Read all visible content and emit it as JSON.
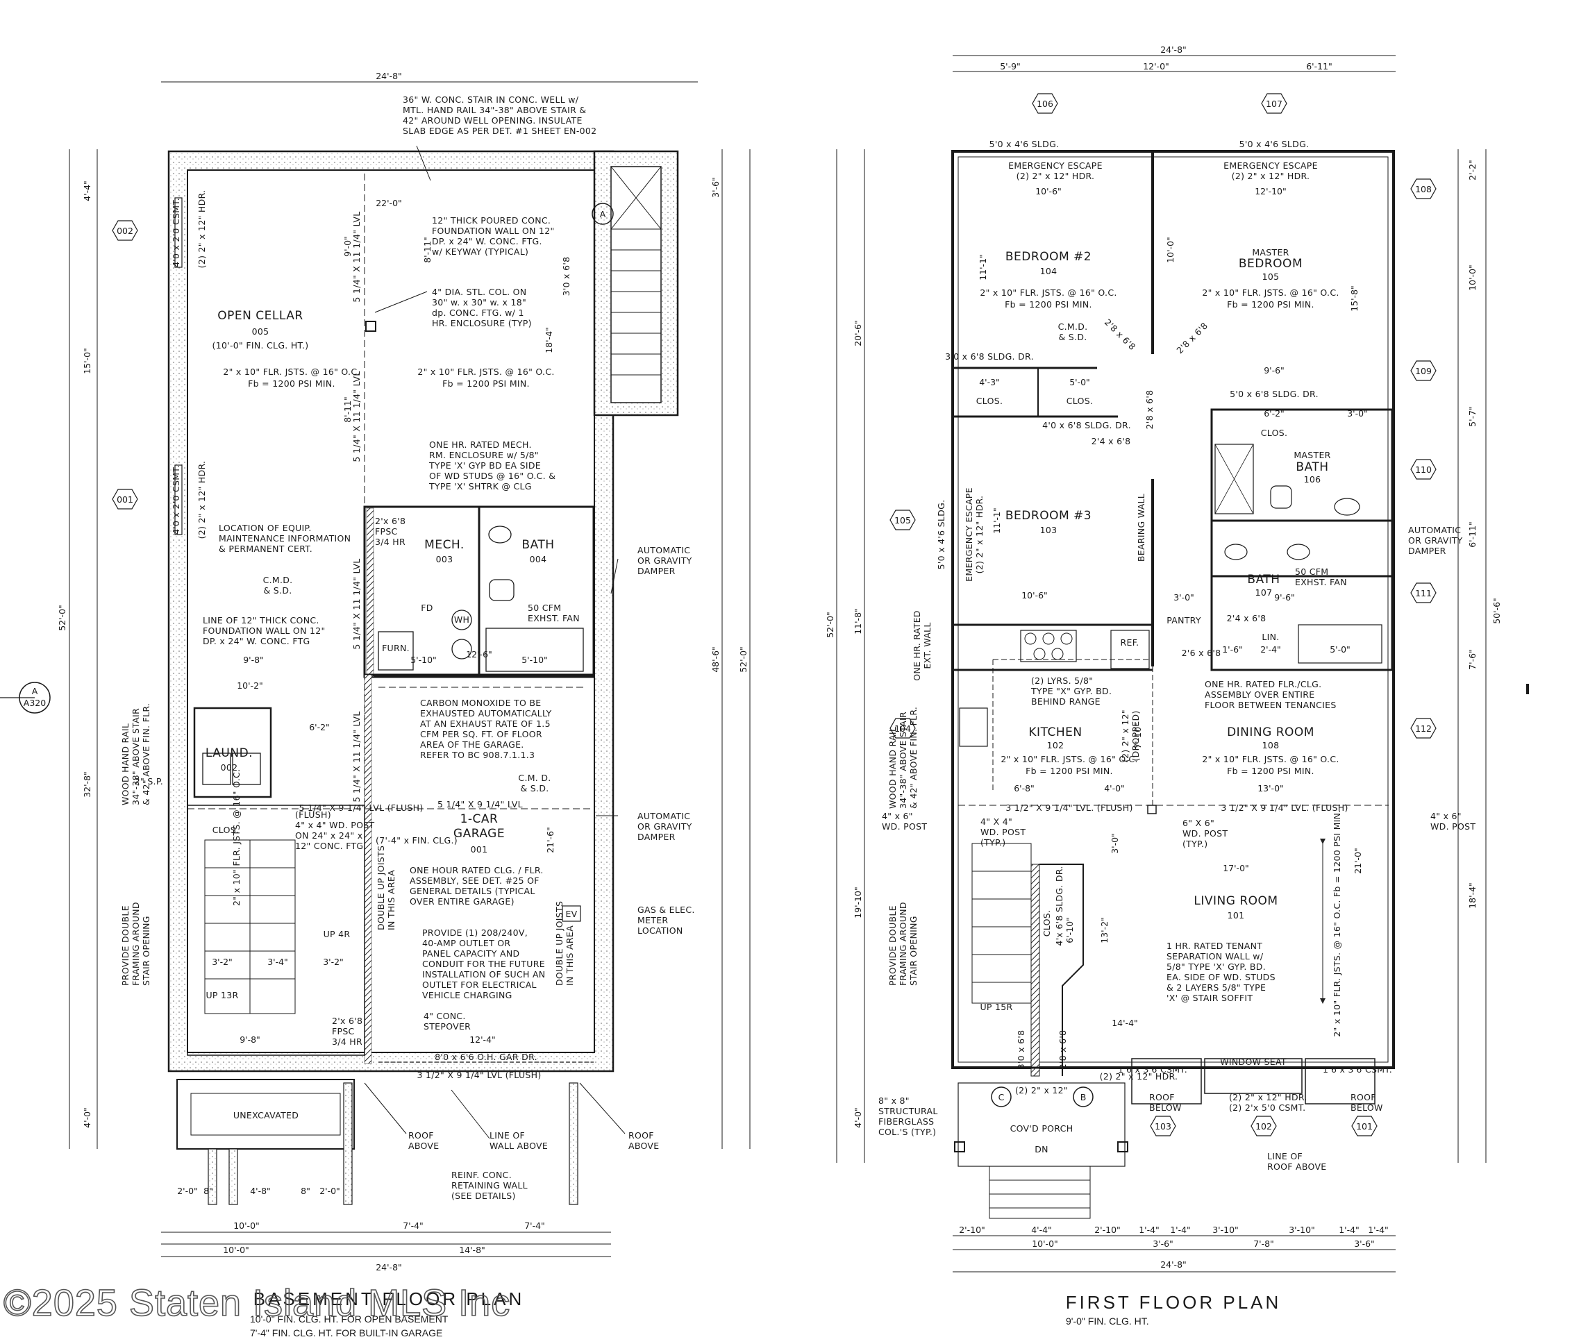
{
  "watermark": "©2025 Staten Island MLS Inc",
  "basement": {
    "title": "BASEMENT FLOOR PLAN",
    "subtitle_1": "10'-0\" FIN. CLG. HT. FOR OPEN BASEMENT",
    "subtitle_2": "7'-4\" FIN. CLG. HT. FOR BUILT-IN GARAGE",
    "dims": {
      "top_overall": "24'-8\"",
      "bottom_overall": "24'-8\"",
      "b1": "10'-0\"",
      "b2": "14'-8\"",
      "c1": "10'-0\"",
      "c2": "7'-4\"",
      "c3": "7'-4\"",
      "d1": "2'-0\"",
      "d2": "8\"",
      "d3": "4'-8\"",
      "d4": "8\"",
      "d5": "2'-0\"",
      "left_1": "4'-4\"",
      "left_2": "15'-0\"",
      "left_3": "32'-8\"",
      "left_4": "4'-0\"",
      "left_total": "52'-0\"",
      "right_1": "3'-6\"",
      "right_2": "48'-6\"",
      "right_total": "52'-0\"",
      "inner_22": "22'-0\"",
      "inner_9_0": "9'-0\"",
      "inner_8_11": "8'-11\"",
      "inner_18_4": "18'-4\"",
      "inner_8_11b": "8'-11\"",
      "inner_9_8": "9'-8\"",
      "inner_10_2": "10'-2\"",
      "inner_6_2": "6'-2\"",
      "inner_12_6": "12'-6\"",
      "inner_5_10a": "5'-10\"",
      "inner_5_10b": "5'-10\"",
      "inner_21_6": "21'-6\"",
      "inner_9_8b": "9'-8\"",
      "inner_12_4": "12'-4\"",
      "inner_3_2a": "3'-2\"",
      "inner_3_4": "3'-4\"",
      "inner_3_2b": "3'-2\""
    },
    "tags": {
      "t002": "002",
      "t001": "001",
      "grid_a": "A",
      "sec": "A",
      "sec_sheet": "A320"
    },
    "rooms": {
      "cellar_name": "OPEN CELLAR",
      "cellar_num": "005",
      "cellar_ht": "(10'-0\" FIN. CLG. HT.)",
      "mech_name": "MECH.",
      "mech_num": "003",
      "bath_name": "BATH",
      "bath_num": "004",
      "laund_name": "LAUND.",
      "laund_num": "002",
      "garage_name_1": "1-CAR",
      "garage_name_2": "GARAGE",
      "garage_num": "001",
      "garage_ht": "(7'-4\" x FIN. CLG.)",
      "unexcavated": "UNEXCAVATED"
    },
    "notes": {
      "stair": "36\" W. CONC. STAIR IN CONC. WELL w/|MTL. HAND RAIL 34\"-38\" ABOVE STAIR &|42\" AROUND WELL OPENING. INSULATE|SLAB EDGE AS PER DET. #1 SHEET EN-002",
      "foundation_wall": "12\" THICK POURED CONC.|FOUNDATION WALL ON 12\"|DP. x 24\" W. CONC. FTG.|w/ KEYWAY (TYPICAL)",
      "column": "4\" DIA. STL. COL. ON|30\" w. x 30\" w. x 18\"|dp. CONC. FTG. w/ 1|HR. ENCLOSURE (TYP)",
      "joists_a": "2\" x 10\" FLR. JSTS. @ 16\" O.C.",
      "joists_a2": "Fb = 1200 PSI MIN.",
      "joists_b": "2\" x 10\" FLR. JSTS. @ 16\" O.C.",
      "joists_b2": "Fb = 1200 PSI MIN.",
      "mech_rm": "ONE HR. RATED MECH.|RM. ENCLOSURE w/ 5/8\"|TYPE 'X' GYP BD EA SIDE|OF WD STUDS @ 16\" O.C. &|TYPE 'X' SHTRK @ CLG",
      "equip": "LOCATION OF EQUIP.|MAINTENANCE INFORMATION|& PERMANENT CERT.",
      "cmd": "C.M.D.|& S.D.",
      "line12": "LINE OF 12\" THICK CONC.|FOUNDATION WALL ON 12\"|DP. x 24\" W. CONC. FTG",
      "damper_1": "AUTOMATIC|OR GRAVITY|DAMPER",
      "damper_2": "AUTOMATIC|OR GRAVITY|DAMPER",
      "co": "CARBON MONOXIDE TO BE|EXHAUSTED AUTOMATICALLY|AT AN EXHAUST RATE OF 1.5|CFM PER SQ. FT. OF FLOOR|AREA OF THE GARAGE.|REFER TO BC 908.7.1.1.3",
      "lvl_flush": "5 1/4\" X 9 1/4\" LVL (FLUSH)",
      "lvl_flush2": "5 1/4\" X 9 1/4\" LVL",
      "post": "(FLUSH)|4\" x 4\" WD. POST|ON 24\" x 24\" x|12\" CONC. FTG.",
      "clg_assembly": "ONE HOUR RATED CLG. / FLR.|ASSEMBLY, SEE DET. #25 OF|GENERAL DETAILS (TYPICAL|OVER ENTIRE GARAGE)",
      "ev": "PROVIDE (1) 208/240V,|40-AMP OUTLET OR|PANEL CAPACITY AND|CONDUIT FOR THE FUTURE|INSTALLATION OF SUCH AN|OUTLET FOR ELECTRICAL|VEHICLE CHARGING",
      "stepover": "4\" CONC.|STEPOVER",
      "gas": "GAS & ELEC.|METER|LOCATION",
      "handrail": "WOOD HAND RAIL|34\"-38\" ABOVE STAIR|& 42\" ABOVE FIN. FLR.",
      "framing": "PROVIDE DOUBLE|FRAMING AROUND|STAIR OPENING",
      "garage_door": "8'0 x 6'6 O.H. GAR DR.",
      "lvl_bottom": "3 1/2\" X 9 1/4\" LVL (FLUSH)",
      "roof_above_1": "ROOF|ABOVE",
      "line_wall": "LINE OF|WALL ABOVE",
      "roof_above_2": "ROOF|ABOVE",
      "retaining": "REINF. CONC.|RETAINING WALL|(SEE DETAILS)",
      "exhaust": "50 CFM|EXHST. FAN",
      "csmt_1": "4'0 x 2'0 CSMT.",
      "csmt_2": "4'0 x 2'0 CSMT.",
      "hdr_1": "(2) 2\" x 12\" HDR.",
      "hdr_2": "(2) 2\" x 12\" HDR.",
      "lvl_v1": "5 1/4\" X 11 1/4\" LVL",
      "lvl_v2": "5 1/4\" X 11 1/4\" LVL",
      "lvl_v3": "5 1/4\" X 11 1/4\" LVL",
      "lvl_v4": "5 1/4\" X 11 1/4\" LVL",
      "fpsc_1": "2'x 6'8|FPSC|3/4 HR",
      "fpsc_2": "2'x 6'8|FPSC|3/4 HR",
      "door_stair": "3'0 x 6'8",
      "joists_up": "DOUBLE UP JOISTS|IN THIS AREA",
      "joists_up2": "DOUBLE UP JOISTS|IN THIS AREA",
      "sp": "2\" S.P.",
      "clos": "CLOS.",
      "jsts_stair": "2\" x 10\" FLR. JSTS. @ 16\" O.C.",
      "up4r": "UP 4R",
      "up13r": "UP 13R",
      "furn": "FURN.",
      "fd": "FD",
      "wh": "WH",
      "ev_tag": "EV",
      "cmd_garage": "C.M. D.|& S.D."
    }
  },
  "first": {
    "title": "FIRST FLOOR PLAN",
    "subtitle": "9'-0\" FIN. CLG. HT.",
    "dims": {
      "top_overall": "24'-8\"",
      "t1": "5'-9\"",
      "t2": "12'-0\"",
      "t3": "6'-11\"",
      "bottom_overall": "24'-8\"",
      "b1": "10'-0\"",
      "b2": "3'-6\"",
      "b3": "7'-8\"",
      "b4": "3'-6\"",
      "c1": "2'-10\"",
      "c2": "4'-4\"",
      "c3": "2'-10\"",
      "c4": "1'-4\"",
      "c5": "1'-4\"",
      "c6": "3'-10\"",
      "c7": "3'-10\"",
      "c8": "1'-4\"",
      "c9": "1'-4\"",
      "left_1": "20'-6\"",
      "left_2": "11'-8\"",
      "left_3": "19'-10\"",
      "left_4": "4'-0\"",
      "left_total": "52'-0\"",
      "right_1": "2'-2\"",
      "right_2": "10'-0\"",
      "right_3": "5'-7\"",
      "right_4": "6'-11\"",
      "right_5": "7'-6\"",
      "right_6": "18'-4\"",
      "right_total": "50'-6\"",
      "br2_w": "10'-6\"",
      "br2_h": "11'-1\"",
      "mbr_w": "12'-10\"",
      "mbr_h": "10'-0\"",
      "mbr_h2": "15'-8\"",
      "br3_w": "10'-6\"",
      "br3_h": "11'-1\"",
      "clos_1": "4'-3\"",
      "clos_2": "5'-0\"",
      "d_9_6": "9'-6\"",
      "d_6_2": "6'-2\"",
      "d_3_0": "3'-0\"",
      "kit_w": "6'-8\"",
      "kit_b": "4'-0\"",
      "kit_h": "7'-10\"",
      "din_w": "13'-0\"",
      "liv_w": "17'-0\"",
      "liv_h": "21'-0\"",
      "liv_h2": "13'-2\"",
      "stair_w": "14'-4\"",
      "d_3_0b": "3'-0\"",
      "d_9_6b": "9'-6\"",
      "d_1_6": "1'-6\"",
      "d_2_4": "2'-4\"",
      "d_5_0": "5'-0\"",
      "d_6_10": "6'-10\"",
      "d_3_0c": "3'-0\""
    },
    "tags": {
      "t106": "106",
      "t107": "107",
      "t108": "108",
      "t109": "109",
      "t110": "110",
      "t111": "111",
      "t112": "112",
      "t105": "105",
      "t104": "104",
      "t103": "103",
      "t102": "102",
      "t101": "101",
      "grid_c": "C",
      "grid_b": "B"
    },
    "rooms": {
      "br2": "BEDROOM #2",
      "br2_num": "104",
      "mbr_1": "MASTER",
      "mbr_2": "BEDROOM",
      "mbr_num": "105",
      "br3": "BEDROOM #3",
      "br3_num": "103",
      "mbath_1": "MASTER",
      "mbath_2": "BATH",
      "mbath_num": "106",
      "bath": "BATH",
      "bath_num": "107",
      "kitchen": "KITCHEN",
      "kitchen_num": "102",
      "dining": "DINING ROOM",
      "dining_num": "108",
      "living": "LIVING ROOM",
      "living_num": "101",
      "porch": "COV'D PORCH",
      "clos_1": "CLOS.",
      "clos_2": "CLOS.",
      "clos_3": "CLOS.",
      "clos_4": "CLOS.",
      "pantry": "PANTRY",
      "lin": "LIN.",
      "ref": "REF."
    },
    "notes": {
      "escape_1": "EMERGENCY ESCAPE|(2) 2\" x 12\" HDR.",
      "escape_2": "EMERGENCY ESCAPE|(2) 2\" x 12\" HDR.",
      "escape_3": "EMERGENCY ESCAPE|(2) 2\" x 12\" HDR.",
      "sldg_1": "5'0 x 4'6 SLDG.",
      "sldg_2": "5'0 x 4'6 SLDG.",
      "sldg_3": "5'0 x 4'6 SLDG.",
      "sldg_dr_1": "3'0 x 6'8 SLDG. DR.",
      "sldg_dr_2": "4'0 x 6'8 SLDG. DR.",
      "sldg_dr_3": "5'0 x 6'8 SLDG. DR.",
      "joists_1": "2\" x 10\" FLR. JSTS. @ 16\" O.C.",
      "joists_1b": "Fb = 1200 PSI MIN.",
      "joists_2": "2\" x 10\" FLR. JSTS. @ 16\" O.C.",
      "joists_2b": "Fb = 1200 PSI MIN.",
      "joists_3": "2\" x 10\" FLR. JSTS. @ 16\" O.C.",
      "joists_3b": "Fb = 1200 PSI MIN.",
      "joists_4": "2\" x 10\" FLR. JSTS. @ 16\" O.C.",
      "joists_4b": "Fb = 1200 PSI MIN.",
      "joists_5": "2\" x 10\" FLR. JSTS. @ 16\" O.C.  Fb = 1200 PSI MIN.",
      "cmd": "C.M.D.|& S.D.",
      "bearing": "BEARING WALL",
      "hdr_dropped": "(2) 2\" x 12\"|(DROPPED)",
      "range": "(2) LYRS. 5/8\"|TYPE \"X\" GYP. BD.|BEHIND RANGE",
      "flr_clg": "ONE HR. RATED FLR./CLG.|ASSEMBLY OVER ENTIRE|FLOOR BETWEEN TENANCIES",
      "ext_wall": "ONE HR. RATED|EXT. WALL",
      "lvl": "3 1/2\" X 9 1/4\" LVL. (FLUSH)",
      "lvl_b": "3 1/2\" X 9 1/4\" LVL. (FLUSH)",
      "post_l": "4\" x 6\"|WD. POST",
      "post_r": "4\" x 6\"|WD. POST",
      "post_4x4": "4\" X 4\"|WD. POST|(TYP.)",
      "post_6x6": "6\" X 6\"|WD. POST|(TYP.)",
      "separation": "1 HR. RATED TENANT|SEPARATION WALL w/|5/8\" TYPE 'X' GYP. BD.|EA. SIDE OF WD. STUDS|& 2 LAYERS 5/8\" TYPE|'X' @ STAIR SOFFIT",
      "exhaust": "50 CFM|EXHST. FAN",
      "damper": "AUTOMATIC|OR GRAVITY|DAMPER",
      "handrail": "WOOD HAND RAIL|34\"-38\" ABOVE STAIR|& 42\" ABOVE FIN. FLR.",
      "framing": "PROVIDE DOUBLE|FRAMING AROUND|STAIR OPENING",
      "fiberglass": "8\" x 8\"|STRUCTURAL|FIBERGLASS|COL.'S (TYP.)",
      "hdr_porch": "(2) 2\" x 12\"",
      "hdr_row": "(2) 2\" x 12\" HDR.",
      "csmt_a": "1'6 x 3'6 CSMT.",
      "csmt_b": "1'6 x 3'6 CSMT.",
      "window_seat": "WINDOW SEAT",
      "roof_below_1": "ROOF|BELOW",
      "roof_below_2": "ROOF|BELOW",
      "csmt_front": "(2) 2\" x 12\" HDR.|(2) 2'x 5'0 CSMT.",
      "line_roof": "LINE OF|ROOF ABOVE",
      "dn": "DN",
      "up15r": "UP 15R",
      "clos_dr": "4'x 6'8 SLDG. DR.",
      "door_1": "2'8 x 6'8",
      "door_2": "2'8 x 6'8",
      "door_3": "2'8 x 6'8",
      "door_4": "2'4 x 6'8",
      "door_5": "2'6 x 6'8",
      "door_6": "2'4 x 6'8",
      "door_7": "3'0 x 6'8",
      "door_8": "2'8 x 6'8"
    }
  }
}
